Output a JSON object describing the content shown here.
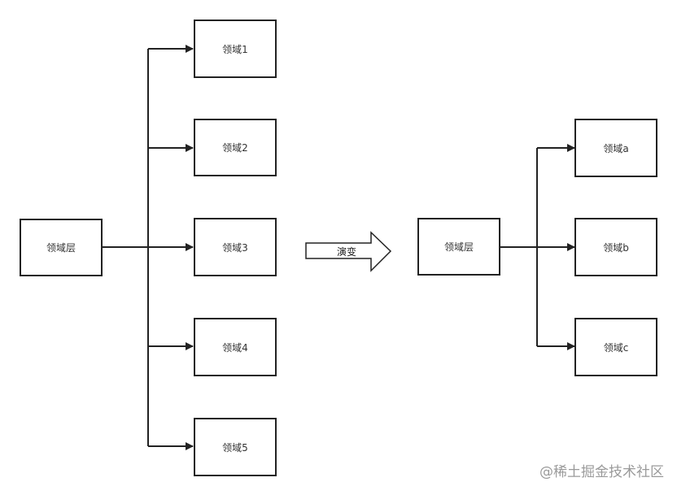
{
  "left_diagram": {
    "root": "领域层",
    "children": [
      "领域1",
      "领域2",
      "领域3",
      "领域4",
      "领域5"
    ]
  },
  "transition": {
    "label": "演变"
  },
  "right_diagram": {
    "root": "领域层",
    "children": [
      "领域a",
      "领域b",
      "领域c"
    ]
  },
  "watermark": "@稀土掘金技术社区",
  "colors": {
    "line": "#222222",
    "text": "#333333",
    "watermark": "#9a9a9a"
  }
}
